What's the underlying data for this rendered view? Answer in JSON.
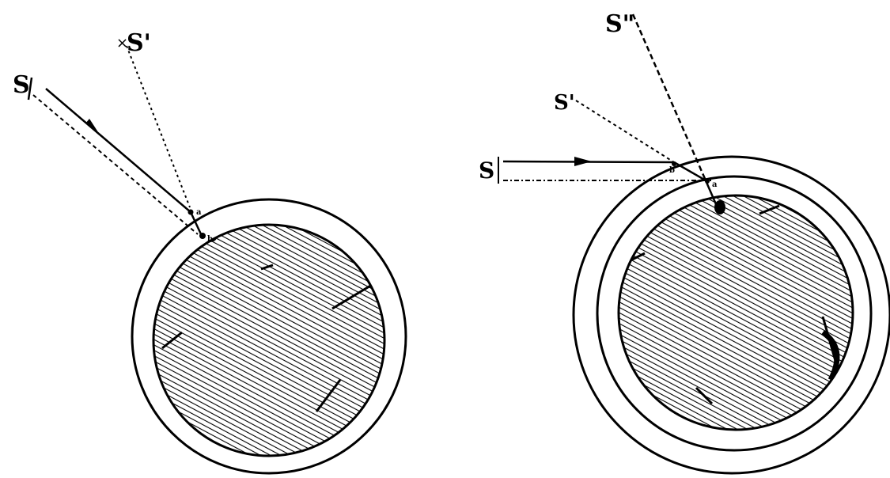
{
  "diagrams": [
    {
      "id": "single-shell",
      "labels": {
        "source": "S",
        "image": "S'",
        "point_outer": "a",
        "point_inner": "b"
      }
    },
    {
      "id": "double-shell",
      "labels": {
        "source": "S",
        "image_1": "S'",
        "image_2": "S\"",
        "point_outer": "b",
        "point_inner": "a"
      }
    }
  ],
  "colors": {
    "ink": "#000000",
    "paper": "#ffffff"
  }
}
